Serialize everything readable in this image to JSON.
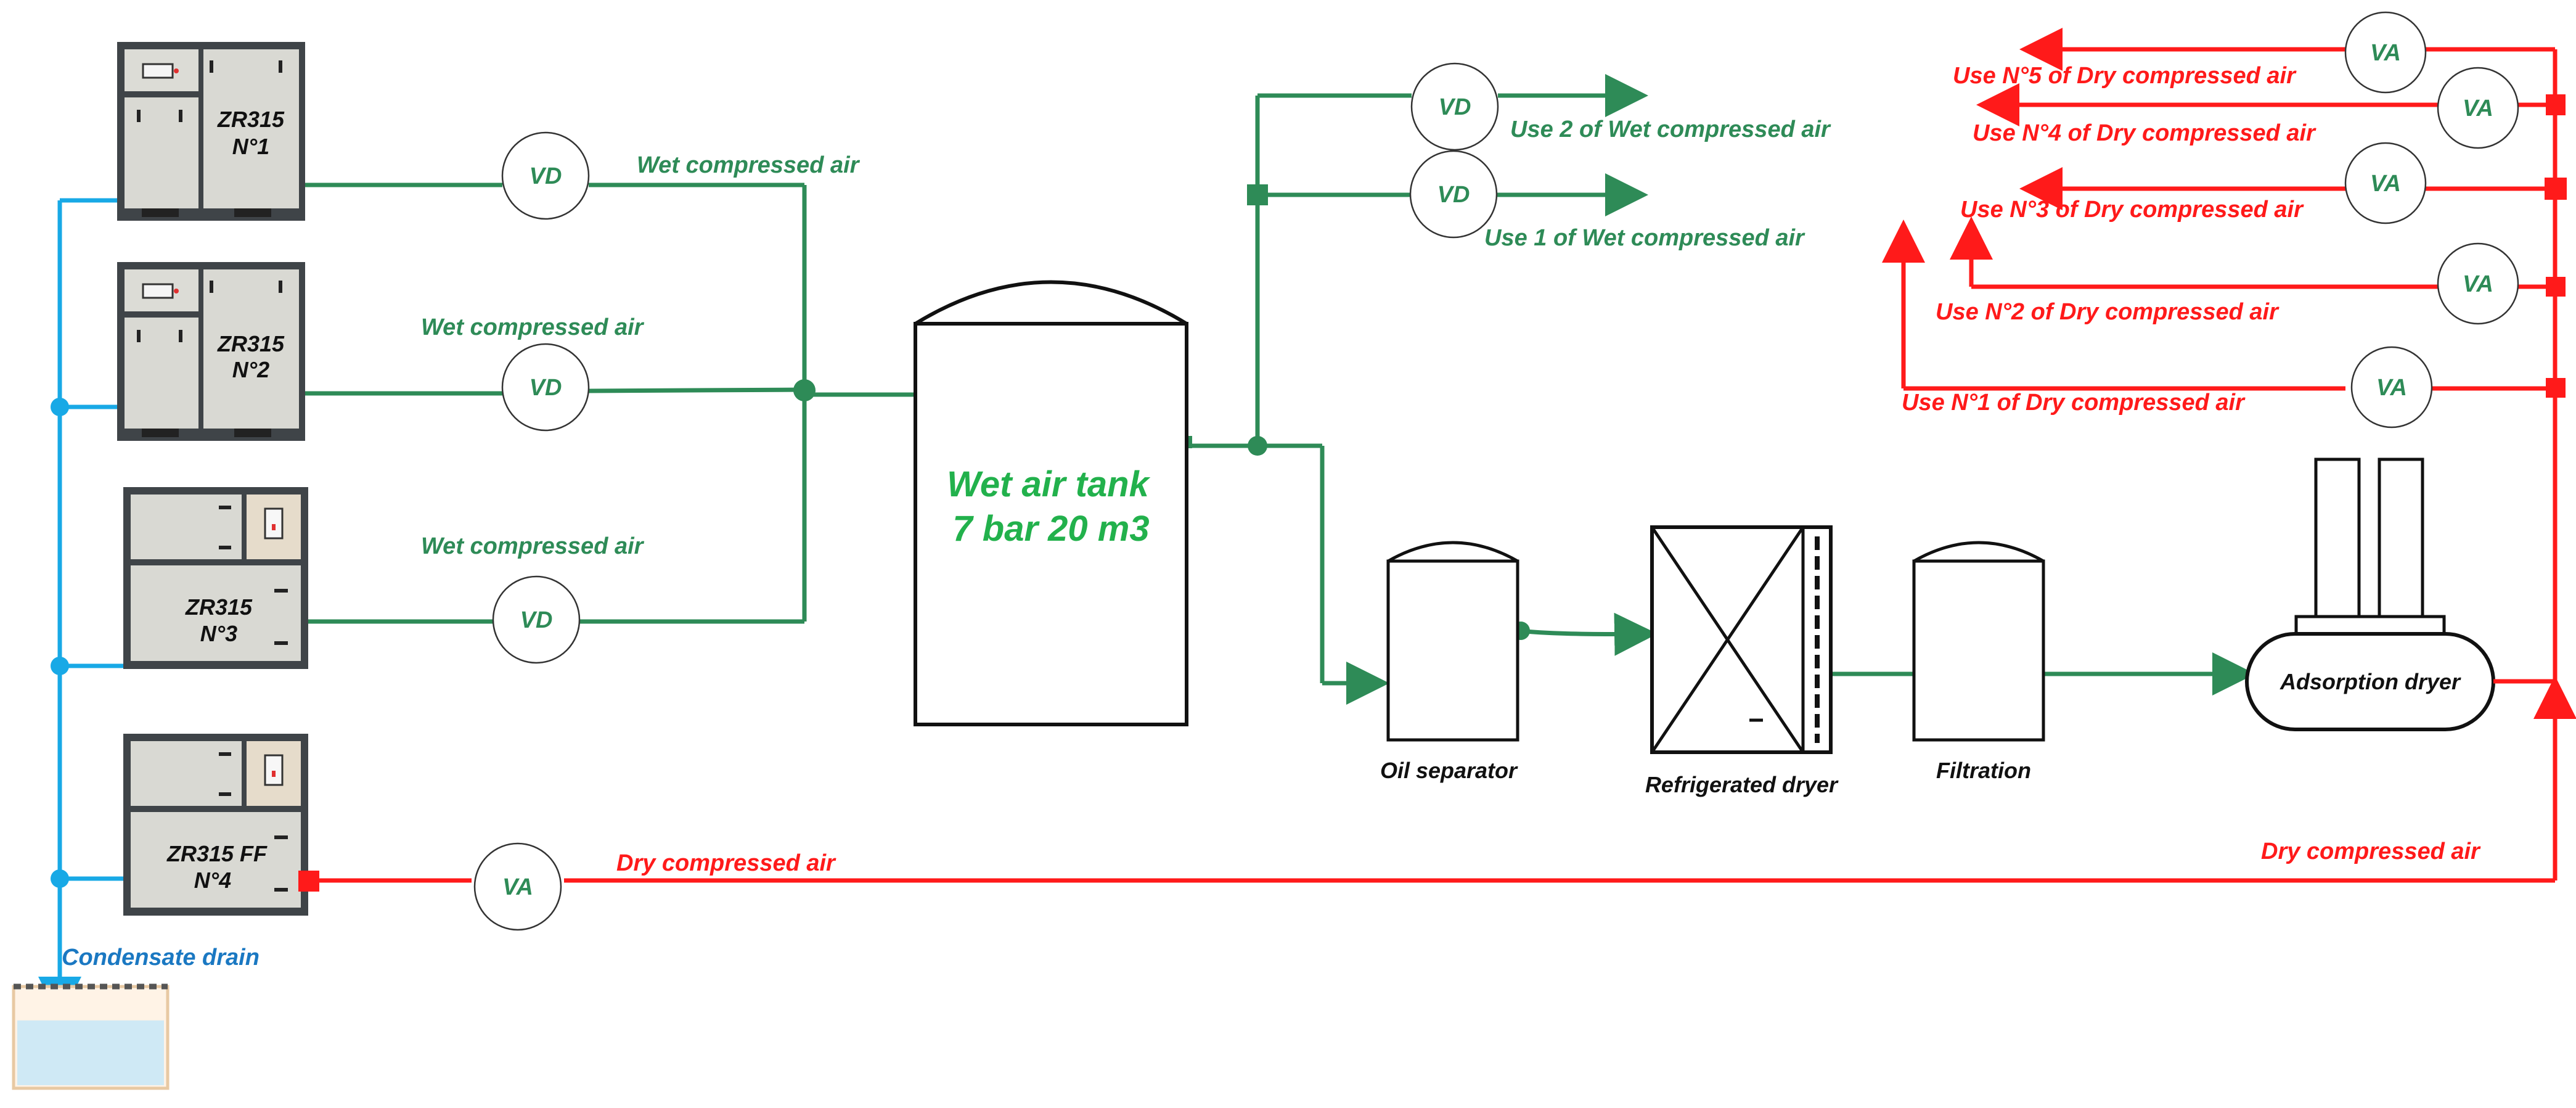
{
  "compressors": [
    {
      "model": "ZR315",
      "number": "N°1"
    },
    {
      "model": "ZR315",
      "number": "N°2"
    },
    {
      "model": "ZR315",
      "number": "N°3"
    },
    {
      "model": "ZR315 FF",
      "number": "N°4"
    }
  ],
  "wet_line_labels": [
    "Wet compressed air",
    "Wet compressed air",
    "Wet compressed air"
  ],
  "meter_labels": {
    "wet": "VD",
    "dry": "VA"
  },
  "tank": {
    "line1": "Wet air tank",
    "line2": "7 bar 20 m3"
  },
  "wet_uses": [
    "Use 2 of Wet compressed air",
    "Use 1 of Wet compressed air"
  ],
  "components": {
    "oil_separator": "Oil separator",
    "refrigerated_dryer": "Refrigerated dryer",
    "filtration": "Filtration",
    "adsorption_dryer": "Adsorption dryer"
  },
  "dry_uses": [
    "Use N°5 of Dry compressed air",
    "Use N°4 of Dry compressed air",
    "Use N°3 of Dry compressed air",
    "Use N°2 of Dry compressed air",
    "Use N°1 of Dry compressed air"
  ],
  "dry_line_labels": {
    "bottom": "Dry compressed air",
    "right": "Dry compressed air"
  },
  "condensate_label": "Condensate drain",
  "colors": {
    "wet_line": "#2e8b57",
    "dry_line": "#ff1a1a",
    "drain_line": "#18a9e6",
    "tank_text": "#22b14c"
  }
}
